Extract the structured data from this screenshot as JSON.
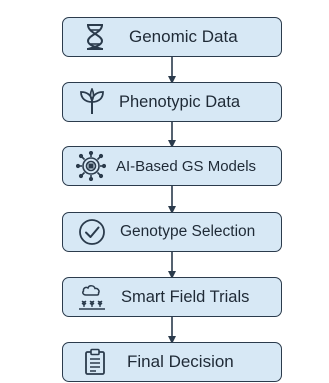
{
  "diagram": {
    "steps": [
      {
        "label": "Genomic Data",
        "icon": "dna-helix-icon"
      },
      {
        "label": "Phenotypic Data",
        "icon": "plant-sprout-icon"
      },
      {
        "label": "AI-Based GS Models",
        "icon": "ai-chip-gear-icon"
      },
      {
        "label": "Genotype Selection",
        "icon": "check-circle-icon"
      },
      {
        "label": "Smart Field Trials",
        "icon": "cloud-field-icon"
      },
      {
        "label": "Final Decision",
        "icon": "clipboard-icon"
      }
    ],
    "colors": {
      "box_fill": "#d7e8f5",
      "box_border": "#2b3b4c",
      "text": "#1f2a36",
      "arrow": "#2b3b4c"
    }
  }
}
